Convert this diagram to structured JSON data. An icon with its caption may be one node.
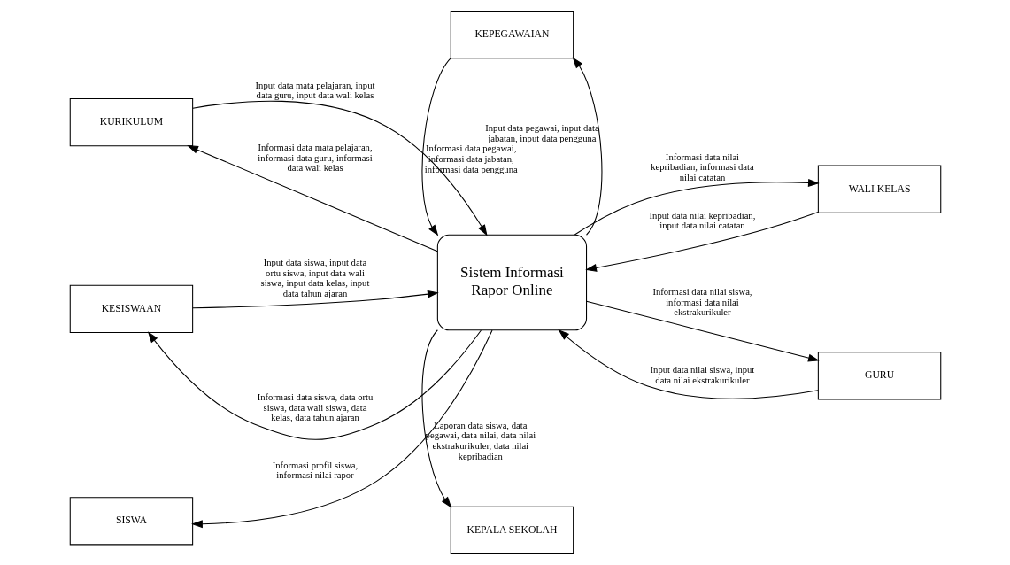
{
  "diagram": {
    "nodes": [
      {
        "text": [
          "KEPEGAWAIAN"
        ]
      },
      {
        "text": [
          "KURIKULUM"
        ]
      },
      {
        "text": [
          "WALI KELAS"
        ]
      },
      {
        "text": [
          "Sistem Informasi Rapor Online"
        ]
      },
      {
        "text": [
          "KESISWAAN"
        ]
      },
      {
        "text": [
          "GURU"
        ]
      },
      {
        "text": [
          "SISWA"
        ]
      },
      {
        "text": [
          "KEPALA SEKOLAH"
        ]
      }
    ],
    "edges": [
      {
        "from": 0,
        "to": 3,
        "arrow": "to",
        "label": "Informasi data pegawai, informasi data jabatan, informasi data pengguna"
      },
      {
        "from": 3,
        "to": 0,
        "arrow": "to",
        "label": "Input data pegawai, input data jabatan, input data pengguna"
      },
      {
        "from": 3,
        "to": 1,
        "arrow": "to",
        "label": "Informasi data mata pelajaran, informasi data guru, informasi data wali kelas"
      },
      {
        "from": 1,
        "to": 3,
        "arrow": "to",
        "label": "Input data mata pelajaran, input data guru, input data wali kelas"
      },
      {
        "from": 3,
        "to": 2,
        "arrow": "to",
        "label": "Informasi data nilai kepribadian, informasi data nilai catatan"
      },
      {
        "from": 2,
        "to": 3,
        "arrow": "to",
        "label": "Input data nilai kepribadian, input data nilai catatan"
      },
      {
        "from": 3,
        "to": 4,
        "arrow": "to",
        "label": "Informasi data siswa, data ortu siswa, data wali siswa, data kelas, data tahun ajaran"
      },
      {
        "from": 4,
        "to": 3,
        "arrow": "to",
        "label": "Input data siswa, input data ortu siswa, input data wali siswa, input data kelas, input data tahun ajaran"
      },
      {
        "from": 3,
        "to": 5,
        "arrow": "to",
        "label": "Informasi data nilai siswa, informasi data nilai ekstrakurikuler"
      },
      {
        "from": 5,
        "to": 3,
        "arrow": "to",
        "label": "Input data nilai siswa, input data nilai ekstrakurikuler"
      },
      {
        "from": 3,
        "to": 6,
        "arrow": "to",
        "label": "Informasi profil siswa, informasi nilai rapor"
      },
      {
        "from": 3,
        "to": 7,
        "arrow": "to",
        "label": "Laporan data siswa, data pegawai, data nilai, data nilai ekstrakurikuler, data nilai kepribadian"
      }
    ]
  }
}
